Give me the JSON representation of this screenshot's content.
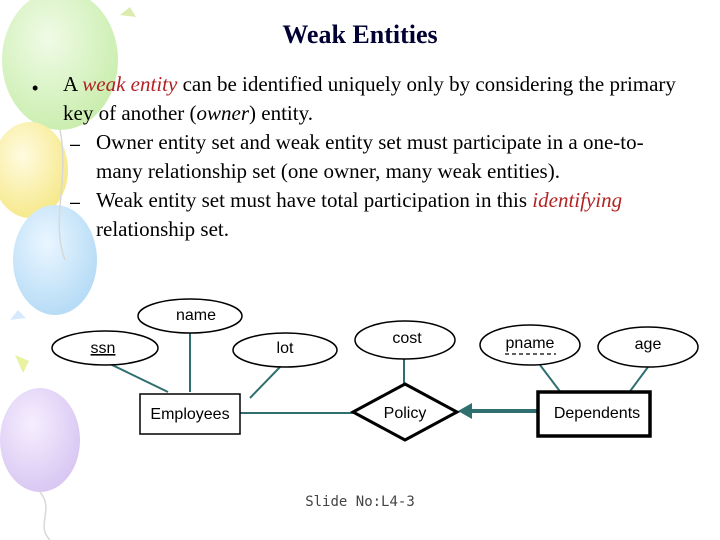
{
  "slide": {
    "title": "Weak Entities",
    "bullet_marker": "•",
    "dash_marker": "–",
    "bullet1": {
      "part1": "A ",
      "part2": "weak entity",
      "part3": " can be identified uniquely only by considering the primary",
      "line2_part1": "key of another (",
      "line2_part2": "owner",
      "line2_part3": ") entity."
    },
    "sub1": {
      "line1": "Owner entity set and weak entity set must participate in a one-to-",
      "line2": "many relationship set (one owner, many weak entities)."
    },
    "sub2": {
      "line1_part1": "Weak entity set must have total participation in this ",
      "line1_part2": "identifying",
      "line2": "relationship set."
    },
    "footer": "Slide No:L4-3"
  },
  "diagram": {
    "attributes": {
      "ssn": "ssn",
      "name": "name",
      "lot": "lot",
      "cost": "cost",
      "pname": "pname",
      "age": "age"
    },
    "entities": {
      "employees": "Employees",
      "dependents": "Dependents"
    },
    "relationship": {
      "policy": "Policy"
    },
    "colors": {
      "connector": "#2f6f6f",
      "text_accent": "#b22222"
    }
  }
}
